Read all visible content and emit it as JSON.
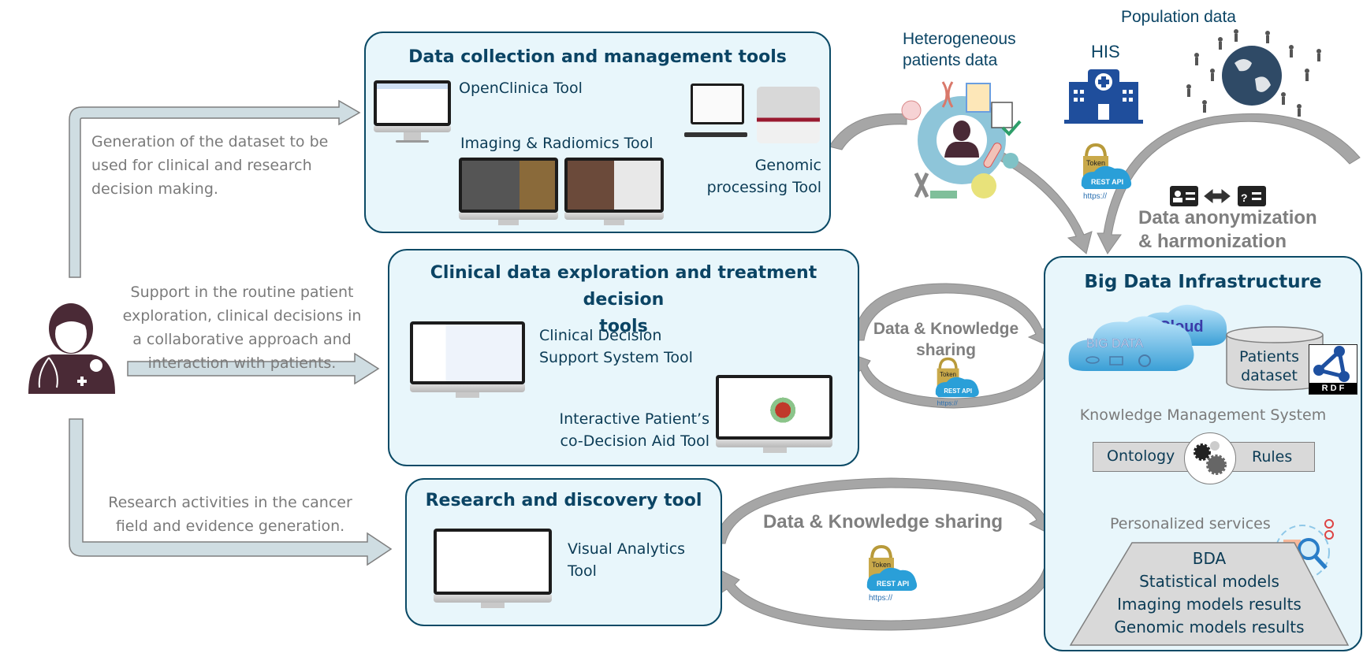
{
  "diagram": {
    "actor": {
      "name": "clinician",
      "icon": "doctor-icon"
    },
    "flows": [
      {
        "id": "top",
        "text": "Generation of the dataset to be used for clinical and research decision making."
      },
      {
        "id": "middle",
        "text": "Support in the routine patient exploration, clinical decisions in a collaborative approach and interaction with patients."
      },
      {
        "id": "bottom",
        "text": "Research activities in the cancer field and evidence generation."
      }
    ],
    "data_collection": {
      "title": "Data collection and management tools",
      "tools": [
        {
          "label": "OpenClinica Tool",
          "icon": "monitor-icon"
        },
        {
          "label": "Imaging & Radiomics Tool",
          "icon": "monitor-icon"
        },
        {
          "label_line1": "Genomic",
          "label_line2": "processing Tool",
          "icon": "sequencer-icon"
        }
      ]
    },
    "clinical_exploration": {
      "title_line1": "Clinical data exploration and treatment decision",
      "title_line2": "tools",
      "tools": [
        {
          "label_line1": "Clinical Decision",
          "label_line2": "Support System Tool",
          "icon": "monitor-icon"
        },
        {
          "label_line1": "Interactive Patient’s",
          "label_line2": "co-Decision Aid Tool",
          "icon": "monitor-icon"
        }
      ]
    },
    "research": {
      "title": "Research and discovery tool",
      "tools": [
        {
          "label_line1": "Visual Analytics",
          "label_line2": "Tool",
          "icon": "monitor-icon"
        }
      ]
    },
    "sources": {
      "heterogeneous_line1": "Heterogeneous",
      "heterogeneous_line2": "patients data",
      "his": "HIS",
      "population": "Population data"
    },
    "anonymization": {
      "line1": "Data anonymization",
      "line2": "& harmonization"
    },
    "sharing_middle": {
      "line1": "Data & Knowledge",
      "line2": "sharing"
    },
    "sharing_bottom": {
      "text": "Data & Knowledge sharing"
    },
    "api_badge": {
      "token": "Token",
      "rest": "REST API",
      "https": "https://"
    },
    "big_data": {
      "title": "Big Data Infrastructure",
      "cloud_label": "Cloud",
      "big_data_label": "BIG DATA",
      "dataset_line1": "Patients",
      "dataset_line2": "dataset",
      "rdf_label": "R D F",
      "kms_title": "Knowledge Management System",
      "ontology": "Ontology",
      "rules": "Rules",
      "services_title": "Personalized services",
      "services": [
        "BDA",
        "Statistical models",
        "Imaging models results",
        "Genomic models results"
      ]
    },
    "colors": {
      "box_fill": "#e8f6fb",
      "box_border": "#0b4a66",
      "title_text": "#0b4464",
      "flow_arrow_fill": "#cfdde2",
      "grey_arrow": "#a6a6a6",
      "doctor": "#4a2a36",
      "his_blue": "#1f4e9c"
    }
  }
}
